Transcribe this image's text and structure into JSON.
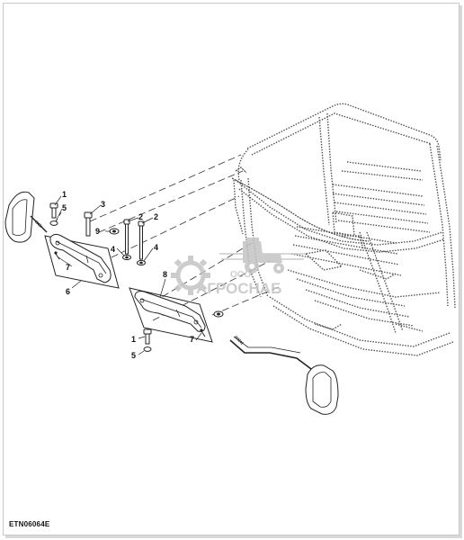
{
  "figure_id": "ETN06064E",
  "watermark": {
    "company_prefix": "ООО",
    "company_name": "АГРОСНАБ"
  },
  "callouts": [
    "1",
    "5",
    "3",
    "9",
    "2",
    "2",
    "4",
    "4",
    "7",
    "6",
    "8",
    "7",
    "1",
    "5"
  ],
  "colors": {
    "line": "#222222",
    "dotted": "#555555",
    "watermark": "#c4c4c4"
  }
}
